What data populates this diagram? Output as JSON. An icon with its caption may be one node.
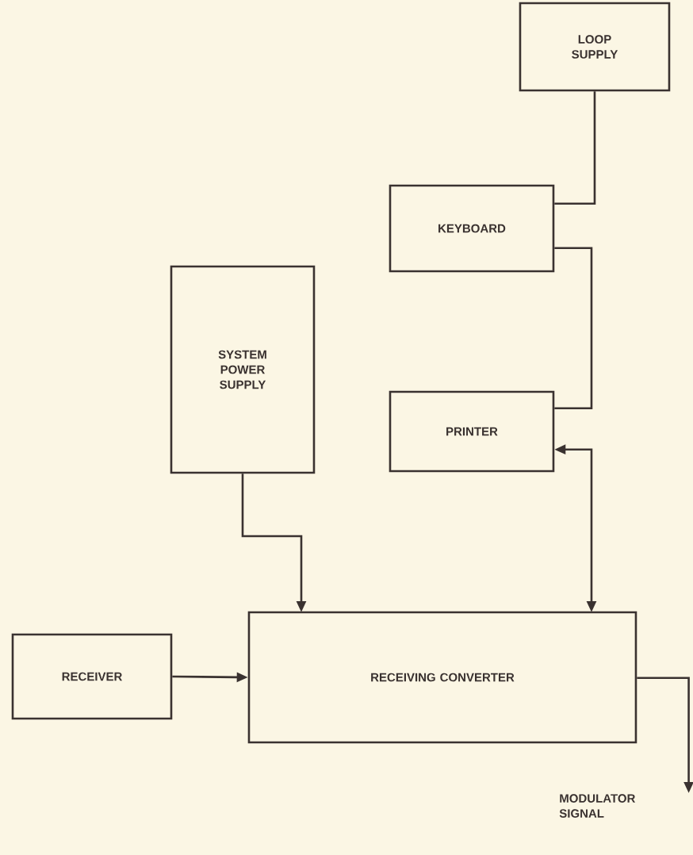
{
  "diagram": {
    "nodes": [
      {
        "text": [
          "LOOP SUPPLY"
        ]
      },
      {
        "text": [
          "KEYBOARD"
        ]
      },
      {
        "text": [
          "SYSTEM POWER SUPPLY"
        ]
      },
      {
        "text": [
          "PRINTER"
        ]
      },
      {
        "text": [
          "RECEIVING CONVERTER"
        ]
      },
      {
        "text": [
          "RECEIVER"
        ]
      },
      {
        "text": [
          "MODULATOR SIGNAL"
        ]
      }
    ],
    "edges": [
      {
        "from": 0,
        "to": 1,
        "arrow": "none"
      },
      {
        "from": 1,
        "to": 3,
        "arrow": "none"
      },
      {
        "from": 2,
        "to": 4,
        "arrow": "to"
      },
      {
        "from": 3,
        "to": 4,
        "arrow": "both"
      },
      {
        "from": 5,
        "to": 4,
        "arrow": "to"
      },
      {
        "from": 4,
        "to": 6,
        "arrow": "to"
      }
    ]
  }
}
